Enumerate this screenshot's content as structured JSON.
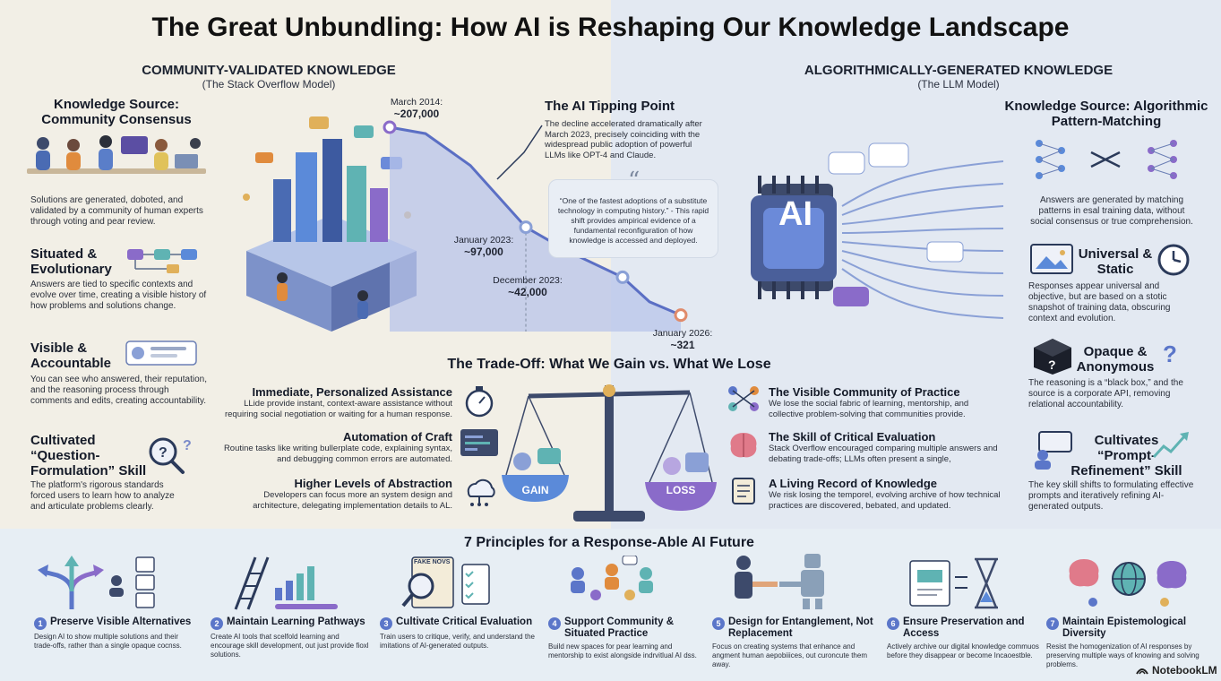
{
  "title": "The Great Unbundling: How AI is Reshaping Our Knowledge Landscape",
  "left_column": {
    "heading": "COMMUNITY-VALIDATED KNOWLEDGE",
    "subheading": "(The Stack Overflow Model)",
    "features": [
      {
        "title": "Knowledge Source: Community Consensus",
        "text": "Solutions are generated, doboted, and validated by a community of human experts through voting and pear review."
      },
      {
        "title": "Situated & Evolutionary",
        "text": "Answers are tied to specific contexts and evolve over time, creating a visible history of how problems and solutions change."
      },
      {
        "title": "Visible & Accountable",
        "text": "You can see who answered, their reputation, and the reasoning process through comments and edits, creating accountability."
      },
      {
        "title": "Cultivated “Question-Formulation” Skill",
        "text": "The platform's rigorous standards forced users to learn how to analyze and articulate problems clearly."
      }
    ]
  },
  "right_column": {
    "heading": "ALGORITHMICALLY-GENERATED KNOWLEDGE",
    "subheading": "(The LLM Model)",
    "chip_label": "AI",
    "features": [
      {
        "title": "Knowledge Source: Algorithmic Pattern-Matching",
        "text": "Answers are generated by matching patterns in esal training data, without social consensus or true comprehension."
      },
      {
        "title": "Universal & Static",
        "text": "Responses appear universal and objective, but are based on a stotic snapshot of training data, obscuring context and evolution."
      },
      {
        "title": "Opaque & Anonymous",
        "text": "The reasoning is a “black box,” and the source is a corporate API, removing relational accountability."
      },
      {
        "title": "Cultivates “Prompt-Refinement” Skill",
        "text": "The key skill shifts to formulating effective prompts and iteratively refining AI-generated outputs."
      }
    ]
  },
  "chart": {
    "points": [
      {
        "label": "March 2014:",
        "value_label": "~207,000"
      },
      {
        "label": "January 2023:",
        "value_label": "~97,000"
      },
      {
        "label": "December 2023:",
        "value_label": "~42,000"
      },
      {
        "label": "January 2026:",
        "value_label": "~321"
      }
    ],
    "tipping_title": "The AI Tipping Point",
    "tipping_text": "The decline accelerated dramatically after March 2023, precisely coinciding with the widespread public adoption of powerful LLMs like OPT-4 and Claude.",
    "quote": "“One of the fastest adoptions of a substitute technology in computing history.” - This rapid shift provides ampirical evidence of a fundamental reconfiguration of how knowledge is accessed and deployed."
  },
  "chart_data": {
    "type": "line",
    "x": [
      "March 2014",
      "January 2023",
      "December 2023",
      "January 2026"
    ],
    "y": [
      207000,
      97000,
      42000,
      321
    ],
    "title": "",
    "xlabel": "",
    "ylabel": ""
  },
  "tradeoff": {
    "title": "The Trade-Off: What We Gain vs. What We Lose",
    "gain_label": "GAIN",
    "loss_label": "LOSS",
    "gains": [
      {
        "title": "Immediate, Personalized Assistance",
        "text": "LLide provide instant, context-aware assistance without requiring social negotiation or waiting for a human response."
      },
      {
        "title": "Automation of Craft",
        "text": "Routine tasks like writing bullerplate code, explaining syntax, and debugging common errors are automated."
      },
      {
        "title": "Higher Levels of Abstraction",
        "text": "Developers can focus more an system design and architecture, delegating implementation details to AL."
      }
    ],
    "losses": [
      {
        "title": "The Visible Community of Practice",
        "text": "We lose the social fabric of learning, mentorship, and collective problem-solving that communities provide."
      },
      {
        "title": "The Skill of Critical Evaluation",
        "text": "Stack Overflow encouraged comparing multiple answers and debating trade-offs; LLMs often present a single,"
      },
      {
        "title": "A Living Record of Knowledge",
        "text": "We risk losing the temporel, evolving archive of how technical practices are discovered, bebated, and updated."
      }
    ]
  },
  "principles": {
    "title": "7 Principles for a Response-Able AI Future",
    "items": [
      {
        "num": "1",
        "title": "Preserve Visible Alternatives",
        "text": "Design AI to show multiple solutions and their trade-offs, rather than a single opaque cocnss."
      },
      {
        "num": "2",
        "title": "Maintain Learning Pathways",
        "text": "Create AI tools that scelfold learning and encourage skill development, out just provide fioxl solutions."
      },
      {
        "num": "3",
        "title": "Cultivate Critical Evaluation",
        "text": "Train users to critique, verify, and understand the imitations of AI-generated outputs."
      },
      {
        "num": "4",
        "title": "Support Community & Situated Practice",
        "text": "Build new spaces for pear learning and mentorship to exist alongside indrvitlual AI dss."
      },
      {
        "num": "5",
        "title": "Design for Entanglement, Not Replacement",
        "text": "Focus on creating systems that enhance and angment human aepobiiices, out curoncute them away."
      },
      {
        "num": "6",
        "title": "Ensure Preservation and Access",
        "text": "Actively archive our digital knowledge commuos before they disappear or become Incaoestble."
      },
      {
        "num": "7",
        "title": "Maintain Epistemological Diversity",
        "text": "Resist the homogenization of AI responses by preserving multiple ways of knowing and solving problems."
      }
    ],
    "news_sign": "FAKE NOVS"
  },
  "brand": "NotebookLM"
}
